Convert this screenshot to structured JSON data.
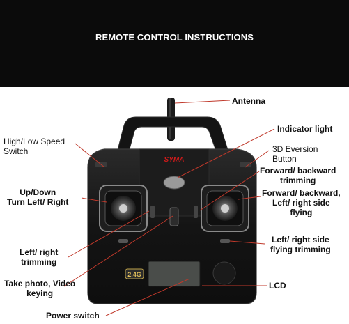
{
  "header": {
    "title": "REMOTE CONTROL INSTRUCTIONS"
  },
  "remote": {
    "brand_logo": "SYMA",
    "band_badge": "2.4G"
  },
  "callouts": {
    "antenna": "Antenna",
    "indicator_light": "Indicator light",
    "speed_switch": [
      "High/Low Speed",
      "Switch"
    ],
    "eversion_button": [
      "3D Eversion",
      "Button"
    ],
    "forward_backward_trim": [
      "Forward/ backward",
      "trimming"
    ],
    "up_down_turn": [
      "Up/Down",
      "Turn Left/ Right"
    ],
    "forward_backward_side": [
      "Forward/ backward,",
      "Left/ right side",
      "flying"
    ],
    "left_right_trim": [
      "Left/ right",
      "trimming"
    ],
    "left_right_side_trim": [
      "Left/ right side",
      "flying trimming"
    ],
    "photo_video": [
      "Take photo, Video",
      "keying"
    ],
    "lcd": "LCD",
    "power_switch": "Power switch"
  },
  "colors": {
    "header_bg": "#0b0b0b",
    "remote_body": "#161616",
    "callout_line": "#c0392b",
    "logo_red": "#d21a1a"
  }
}
